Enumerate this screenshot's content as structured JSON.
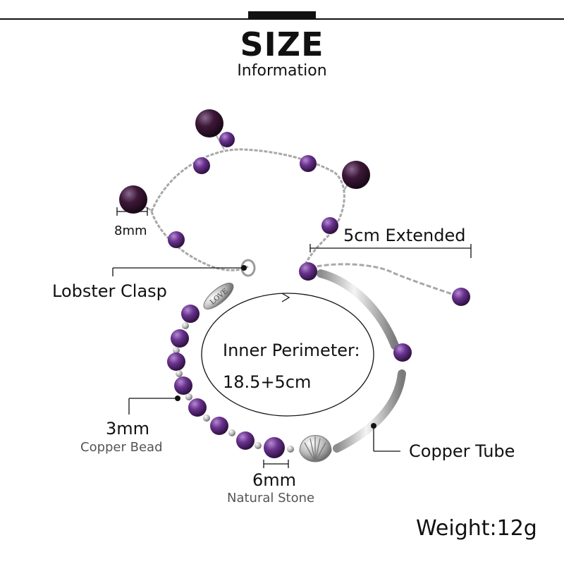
{
  "header": {
    "title": "SIZE",
    "subtitle": "Information"
  },
  "labels": {
    "bead_large": "8mm",
    "extended": "5cm Extended",
    "clasp": "Lobster Clasp",
    "perimeter_title": "Inner Perimeter:",
    "perimeter_value": "18.5+5cm",
    "copper_bead_size": "3mm",
    "copper_bead": "Copper Bead",
    "copper_tube": "Copper Tube",
    "stone_size": "6mm",
    "stone": "Natural Stone",
    "weight": "Weight:12g"
  },
  "charm_text": "LOVE",
  "colors": {
    "amethyst": "#5b2b7a",
    "amethyst_light": "#8a5aa8",
    "silver": "#b8b8b8",
    "ink": "#111111"
  }
}
